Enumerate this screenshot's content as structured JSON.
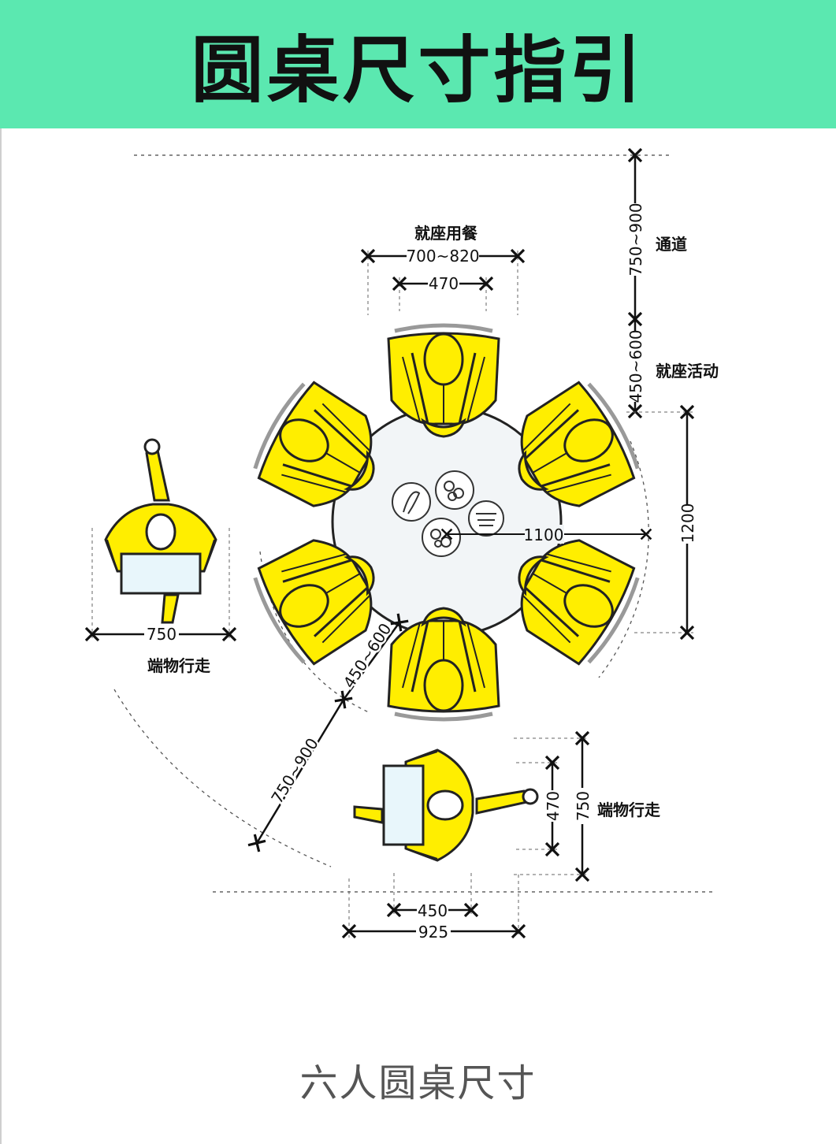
{
  "title": "圆桌尺寸指引",
  "caption": "六人圆桌尺寸",
  "colors": {
    "banner": "#5be8b0",
    "person": "#ffee00",
    "outline": "#222222",
    "table": "#f2f5f7"
  },
  "labels": {
    "dining_seat": "就座用餐",
    "dim_700_820": "700~820",
    "dim_470_top": "470",
    "passage": "通道",
    "dim_750_900_right": "750~900",
    "dim_450_600_right": "450~600",
    "seat_activity": "就座活动",
    "dim_1200": "1200",
    "dim_1100": "1100",
    "dim_750_left": "750",
    "serving_walk_left": "端物行走",
    "dim_450_600_diag": "450~600",
    "dim_750_900_diag": "750~900",
    "dim_470_right": "470",
    "dim_750_right": "750",
    "serving_walk_right": "端物行走",
    "dim_450_bottom": "450",
    "dim_925": "925"
  }
}
